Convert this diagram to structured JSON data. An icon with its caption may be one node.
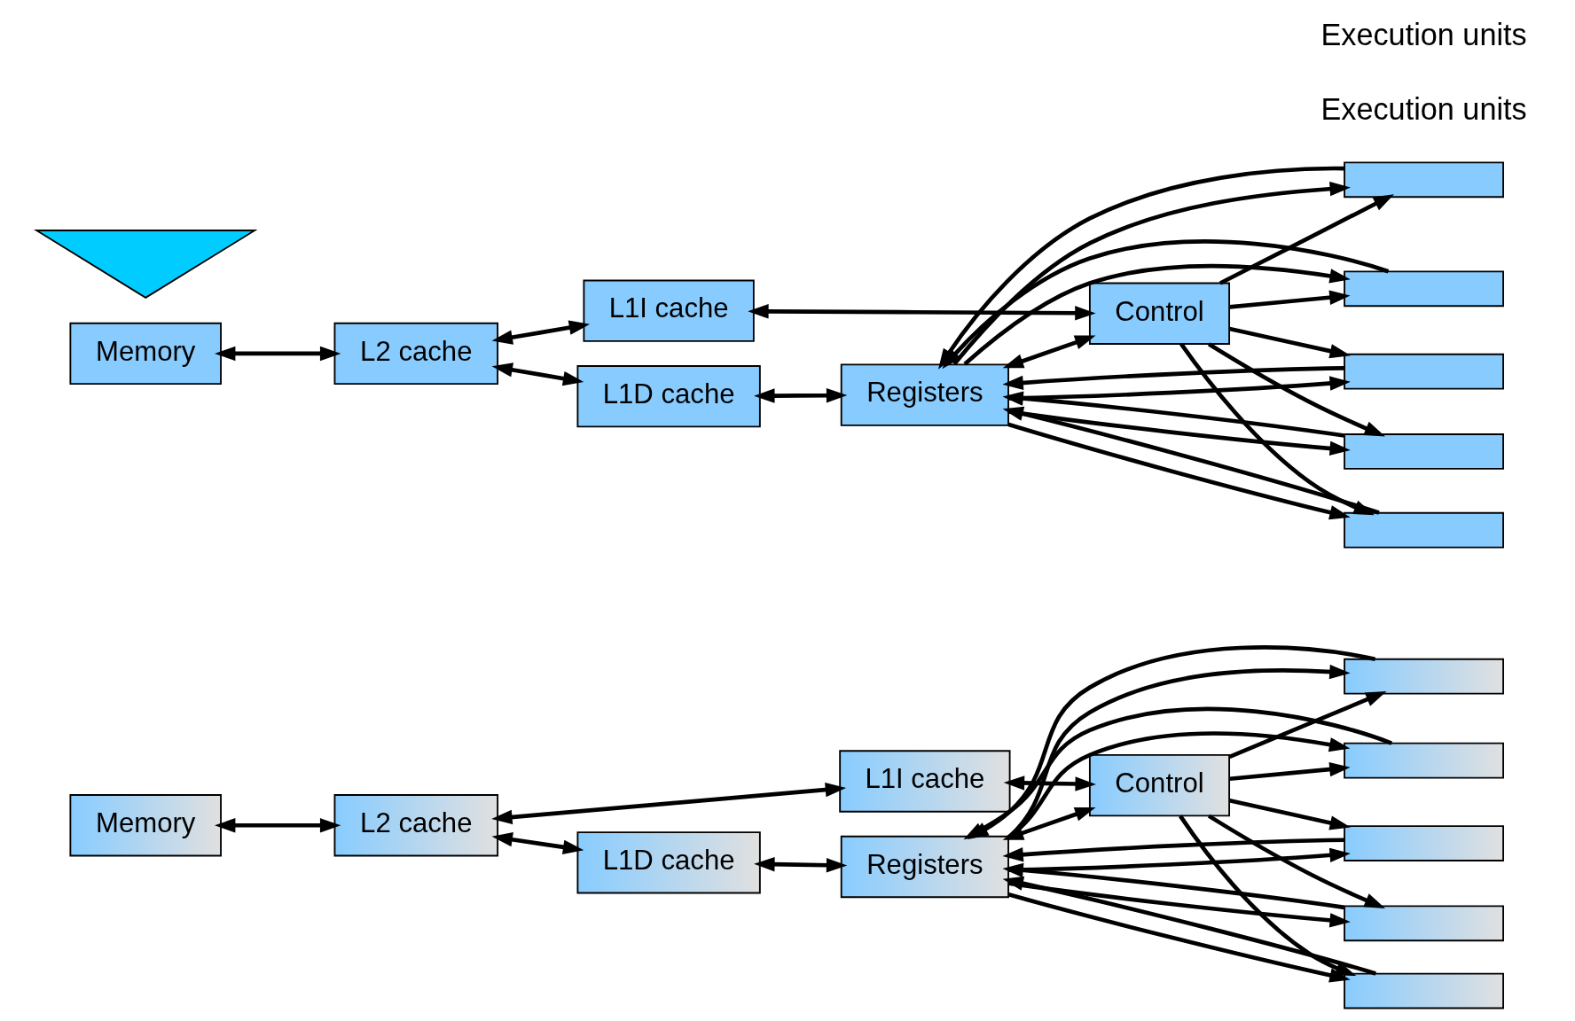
{
  "diagram": {
    "nodes": [
      {
        "text": [
          "Memory"
        ]
      },
      {
        "text": [
          "L2 cache"
        ]
      },
      {
        "text": [
          "L1D cache"
        ]
      },
      {
        "text": [
          "L1I cache"
        ]
      },
      {
        "text": [
          "Registers"
        ]
      },
      {
        "text": [
          "Control"
        ]
      },
      {
        "text": [],
        "shape": "bar"
      },
      {
        "text": [],
        "shape": "bar"
      },
      {
        "text": [],
        "shape": "bar"
      },
      {
        "text": [],
        "shape": "bar"
      },
      {
        "text": [],
        "shape": "bar"
      },
      {
        "text": [],
        "shape": "arrow"
      },
      {
        "text": [
          "Memory"
        ]
      },
      {
        "text": [
          "L2 cache"
        ]
      },
      {
        "text": [
          "L1D cache"
        ]
      },
      {
        "text": [
          "L1I cache"
        ]
      },
      {
        "text": [
          "Registers"
        ]
      },
      {
        "text": [
          "Control"
        ]
      },
      {
        "text": [],
        "shape": "bar"
      },
      {
        "text": [],
        "shape": "bar"
      },
      {
        "text": [],
        "shape": "bar"
      },
      {
        "text": [],
        "shape": "bar"
      },
      {
        "text": [],
        "shape": "bar"
      }
    ],
    "edges": [
      {
        "from": 0,
        "to": 1,
        "arrow": "both"
      },
      {
        "from": 1,
        "to": 2,
        "arrow": "both"
      },
      {
        "from": 1,
        "to": 3,
        "arrow": "both"
      },
      {
        "from": 2,
        "to": 4,
        "arrow": "both"
      },
      {
        "from": 3,
        "to": 5,
        "arrow": "both"
      },
      {
        "from": 4,
        "to": 5,
        "arrow": "both"
      },
      {
        "from": 4,
        "to": 6,
        "arrow": "to"
      },
      {
        "from": 4,
        "to": 7,
        "arrow": "to"
      },
      {
        "from": 4,
        "to": 8,
        "arrow": "to"
      },
      {
        "from": 4,
        "to": 9,
        "arrow": "to"
      },
      {
        "from": 4,
        "to": 10,
        "arrow": "to"
      },
      {
        "from": 5,
        "to": 6,
        "arrow": "to"
      },
      {
        "from": 5,
        "to": 7,
        "arrow": "to"
      },
      {
        "from": 5,
        "to": 8,
        "arrow": "to"
      },
      {
        "from": 5,
        "to": 9,
        "arrow": "to"
      },
      {
        "from": 5,
        "to": 10,
        "arrow": "to"
      },
      {
        "from": 6,
        "to": 4,
        "arrow": "to"
      },
      {
        "from": 7,
        "to": 4,
        "arrow": "to"
      },
      {
        "from": 8,
        "to": 4,
        "arrow": "to"
      },
      {
        "from": 9,
        "to": 4,
        "arrow": "to"
      },
      {
        "from": 10,
        "to": 4,
        "arrow": "to"
      },
      {
        "from": 12,
        "to": 13,
        "arrow": "both"
      },
      {
        "from": 13,
        "to": 14,
        "arrow": "both"
      },
      {
        "from": 13,
        "to": 15,
        "arrow": "both"
      },
      {
        "from": 14,
        "to": 16,
        "arrow": "both"
      },
      {
        "from": 15,
        "to": 17,
        "arrow": "both"
      },
      {
        "from": 16,
        "to": 17,
        "arrow": "both"
      },
      {
        "from": 16,
        "to": 18,
        "arrow": "to"
      },
      {
        "from": 16,
        "to": 19,
        "arrow": "to"
      },
      {
        "from": 16,
        "to": 20,
        "arrow": "to"
      },
      {
        "from": 16,
        "to": 21,
        "arrow": "to"
      },
      {
        "from": 16,
        "to": 22,
        "arrow": "to"
      },
      {
        "from": 17,
        "to": 18,
        "arrow": "to"
      },
      {
        "from": 17,
        "to": 19,
        "arrow": "to"
      },
      {
        "from": 17,
        "to": 20,
        "arrow": "to"
      },
      {
        "from": 17,
        "to": 21,
        "arrow": "to"
      },
      {
        "from": 17,
        "to": 22,
        "arrow": "to"
      },
      {
        "from": 18,
        "to": 16,
        "arrow": "to"
      },
      {
        "from": 19,
        "to": 16,
        "arrow": "to"
      },
      {
        "from": 20,
        "to": 16,
        "arrow": "to"
      },
      {
        "from": 21,
        "to": 16,
        "arrow": "to"
      },
      {
        "from": 22,
        "to": 16,
        "arrow": "to"
      }
    ],
    "labels": [
      "Execution units",
      "Execution units"
    ]
  }
}
